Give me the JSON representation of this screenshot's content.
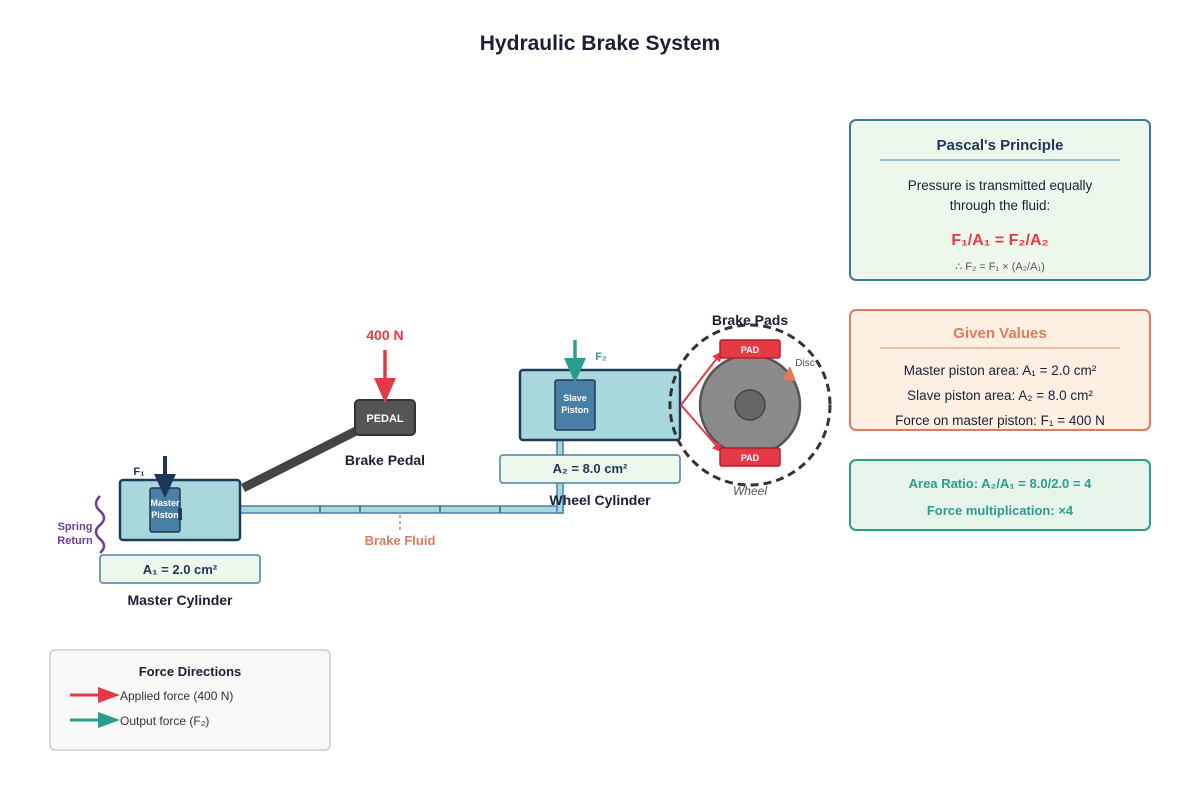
{
  "title": "Hydraulic Brake System",
  "master": {
    "piston_label_1": "Master",
    "piston_label_2": "Piston",
    "force_label": "F₁",
    "spring_label_1": "Spring",
    "spring_label_2": "Return",
    "area_label": "A₁ = 2.0 cm²",
    "caption": "Master Cylinder"
  },
  "pedal": {
    "force_label": "400 N",
    "box_label": "PEDAL",
    "caption": "Brake Pedal"
  },
  "fluid": {
    "label": "Brake Fluid"
  },
  "wheel_cylinder": {
    "piston_label_1": "Slave",
    "piston_label_2": "Piston",
    "force_label": "F₂",
    "area_label": "A₂ = 8.0 cm²",
    "caption": "Wheel Cylinder"
  },
  "brake": {
    "pads_caption": "Brake Pads",
    "pad_top": "PAD",
    "pad_bottom": "PAD",
    "disc_label": "Disc",
    "wheel_label": "Wheel"
  },
  "pascal": {
    "title": "Pascal's Principle",
    "line1": "Pressure is transmitted equally",
    "line2": "through the fluid:",
    "formula": "F₁/A₁ = F₂/A₂",
    "derived": "∴ F₂ = F₁ × (A₂/A₁)"
  },
  "given": {
    "title": "Given Values",
    "items": [
      "Master piston area: A₁ = 2.0 cm²",
      "Slave piston area: A₂ = 8.0 cm²",
      "Force on master piston: F₁ = 400 N"
    ]
  },
  "result": {
    "ratio": "Area Ratio: A₂/A₁ = 8.0/2.0 = 4",
    "multiplication": "Force multiplication: ×4"
  },
  "legend": {
    "title": "Force Directions",
    "applied": "Applied force (400 N)",
    "output": "Output force (F₂)"
  },
  "colors": {
    "cylinder_fill": "#a8d8dc",
    "cylinder_stroke": "#1f3a5a",
    "piston_fill": "#4a7fa5",
    "applied_force": "#e63946",
    "output_force": "#2a9d8f",
    "fluid_label": "#e07a5f",
    "spring": "#6a3d9a",
    "navy_arrow": "#1d3557"
  }
}
